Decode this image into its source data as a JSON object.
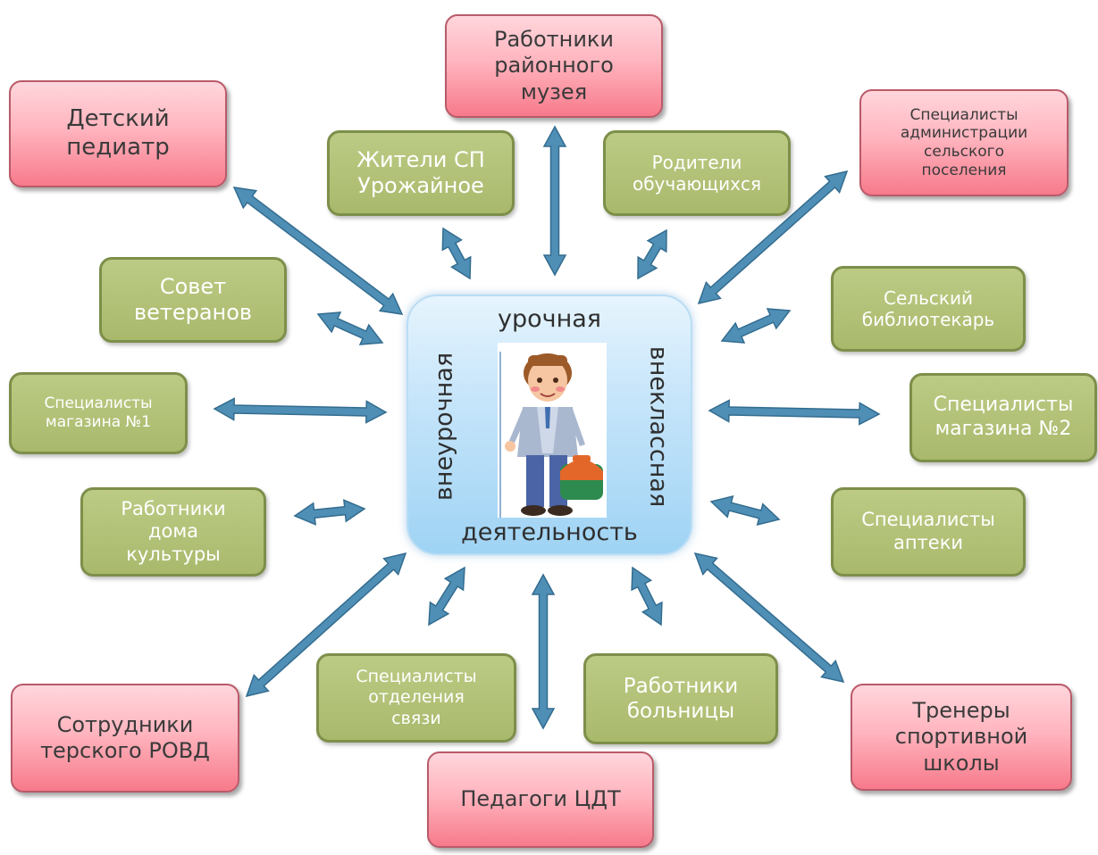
{
  "center": {
    "top": "урочная",
    "bottom": "деятельность",
    "left": "внеурочная",
    "right": "внеклассная"
  },
  "nodes": {
    "museum": "Работники\nрайонного\nмузея",
    "pediatr": "Детский\nпедиатр",
    "admin": "Специалисты\nадминистрации\nсельского\nпоселения",
    "residents": "Жители СП\nУрожайное",
    "parents": "Родители\nобучающихся",
    "veterans": "Совет\nветеранов",
    "librarian": "Сельский\nбиблиотекарь",
    "shop1": "Специалисты\nмагазина №1",
    "shop2": "Специалисты\nмагазина №2",
    "culture": "Работники\nдома\nкультуры",
    "pharmacy": "Специалисты\nаптеки",
    "post": "Специалисты\nотделения\nсвязи",
    "hospital": "Работники\nбольницы",
    "police": "Сотрудники\nтерского РОВД",
    "sport": "Тренеры\nспортивной\nшколы",
    "cdt": "Педагоги ЦДТ"
  },
  "colors": {
    "arrow_fill": "#4f8fb6",
    "arrow_stroke": "#336c8f",
    "outer_node": "#f77a8b",
    "inner_node": "#a9b96c",
    "center_box": "#c6e5fa"
  },
  "icons": {
    "center_figure": "schoolboy-with-bag"
  }
}
